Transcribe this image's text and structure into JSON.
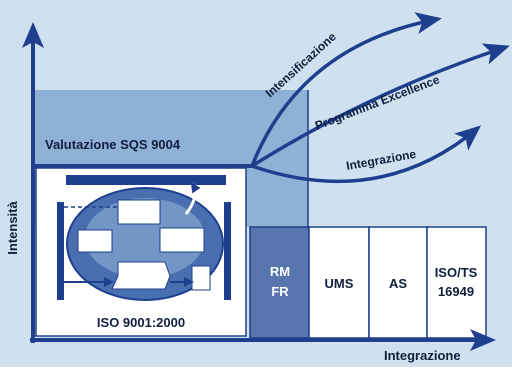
{
  "colors": {
    "background": "#cfe0ef",
    "sqs_panel": "#8fb1d6",
    "navy": "#1e3f8e",
    "rmfr_box": "#5876ad",
    "white": "#ffffff",
    "text_dark": "#0f1f3d"
  },
  "labels": {
    "y_axis": "Intensità",
    "x_axis": "Integrazione",
    "sqs": "Valutazione SQS 9004",
    "iso": "ISO 9001:2000"
  },
  "arrows": {
    "intensificazione": "Intensificazione",
    "excellence": "Programma Excellence",
    "integrazione": "Integrazione"
  },
  "boxes": {
    "rmfr": [
      "RM",
      "FR"
    ],
    "ums": "UMS",
    "as": "AS",
    "isots": [
      "ISO/TS",
      "16949"
    ]
  }
}
